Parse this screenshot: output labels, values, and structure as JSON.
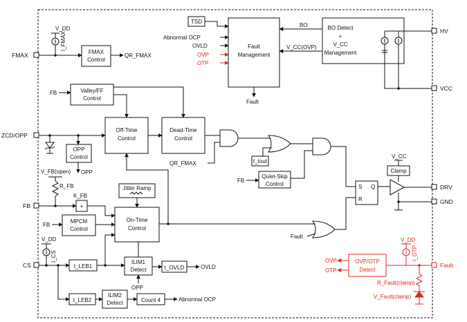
{
  "pins": {
    "fmax": "FMAX",
    "zcd_opp": "ZCD/OPP",
    "fb": "FB",
    "cs": "CS",
    "hv": "HV",
    "vcc": "VCC",
    "drv": "DRV",
    "gnd": "GND",
    "fault": "Fault"
  },
  "blocks": {
    "fmax_control": [
      "FMAX",
      "Control"
    ],
    "valley_ff": [
      "Valley/FF",
      "Control"
    ],
    "off_time": [
      "Off-Time",
      "Control"
    ],
    "dead_time": [
      "Dead-Time",
      "Control"
    ],
    "opp_control": [
      "OPP",
      "Control"
    ],
    "jitter_ramp": "Jitter Ramp",
    "on_time": [
      "On-Time",
      "Control"
    ],
    "mpcm": [
      "MPCM",
      "Control"
    ],
    "ilim1": [
      "ILIM1",
      "Detect"
    ],
    "ilim2": [
      "ILIM2",
      "Detect"
    ],
    "count4": "Count 4",
    "fault_mgmt": [
      "Fault",
      "Management"
    ],
    "bo_detect": [
      "BO Detect",
      "+",
      "V_CC",
      "Management"
    ],
    "tsd": "TSD",
    "quiet_skip": [
      "Quiet-Skip",
      "Control"
    ],
    "clamp": "Clamp",
    "ovp_otp": [
      "OVP/OTP",
      "Detect"
    ],
    "tleb1": "t_LEB1",
    "tleb2": "t_LEB2",
    "tovld": "t_OVLD",
    "ttout": "t_tout",
    "latch": {
      "s": "S",
      "r": "R",
      "q": "Q"
    }
  },
  "signals": {
    "qr_fmax_out": "QR_FMAX",
    "qr_fmax_in": "QR_FMAX",
    "fb_valley": "FB",
    "fb_mpcm": "FB",
    "fb_quiet": "FB",
    "opp_out": "OPP",
    "opp_ilim": "OPP",
    "ovld": "OVLD",
    "abnormal_ocp_out": "Abnormal OCP",
    "abnormal_ocp_in": "Abnormal OCP",
    "ovld_in": "OVLD",
    "ovp_in": "OVP",
    "otp_in": "OTP",
    "bo": "BO",
    "vcc_ovp": "V_CC(OVP)",
    "fault_out": "Fault",
    "fault_in_or": "Fault",
    "ovp_red": "OVP",
    "otp_red": "OTP",
    "vdd_fmax": "V_DD",
    "ifmax": "I_FMAX",
    "vfb_open": "V_FB(open)",
    "rfb": "R_FB",
    "kfb": "K_FB",
    "plus": "+",
    "vdd_cs": "V_DD",
    "ics": "I_CS",
    "vcc_clamp": "V_CC",
    "vdd_otp": "V_DD",
    "iotp": "I_OTP",
    "rfault": "R_Fault(clamp)",
    "vfault": "V_Fault(clamp)"
  },
  "colors": {
    "line": "#111111",
    "accent": "#e0251b",
    "background": "#ffffff"
  }
}
